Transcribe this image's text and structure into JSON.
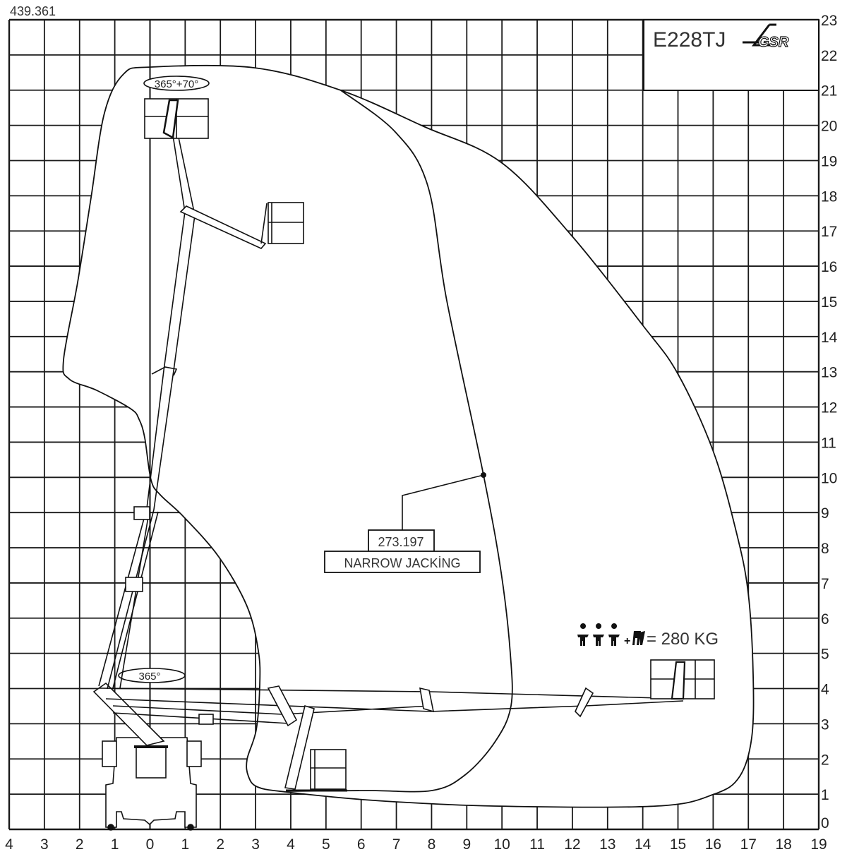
{
  "header": {
    "reference_code": "439.361"
  },
  "title": {
    "model": "E228TJ",
    "logo_text": "GSR"
  },
  "axes": {
    "x_ticks": [
      "4",
      "3",
      "2",
      "1",
      "0",
      "1",
      "2",
      "3",
      "4",
      "5",
      "6",
      "7",
      "8",
      "9",
      "10",
      "11",
      "12",
      "13",
      "14",
      "15",
      "16",
      "17",
      "18",
      "19"
    ],
    "y_ticks": [
      "0",
      "1",
      "2",
      "3",
      "4",
      "5",
      "6",
      "7",
      "8",
      "9",
      "10",
      "11",
      "12",
      "13",
      "14",
      "15",
      "16",
      "17",
      "18",
      "19",
      "20",
      "21",
      "22",
      "23"
    ]
  },
  "rotation": {
    "top": "365°+70°",
    "base": "365°"
  },
  "envelope_label": {
    "code": "273.197",
    "name": "NARROW JACKİNG"
  },
  "load": {
    "persons": 3,
    "value": "= 280 KG"
  },
  "colors": {
    "line": "#111111",
    "grid": "#1a1a1a",
    "background": "#ffffff"
  }
}
